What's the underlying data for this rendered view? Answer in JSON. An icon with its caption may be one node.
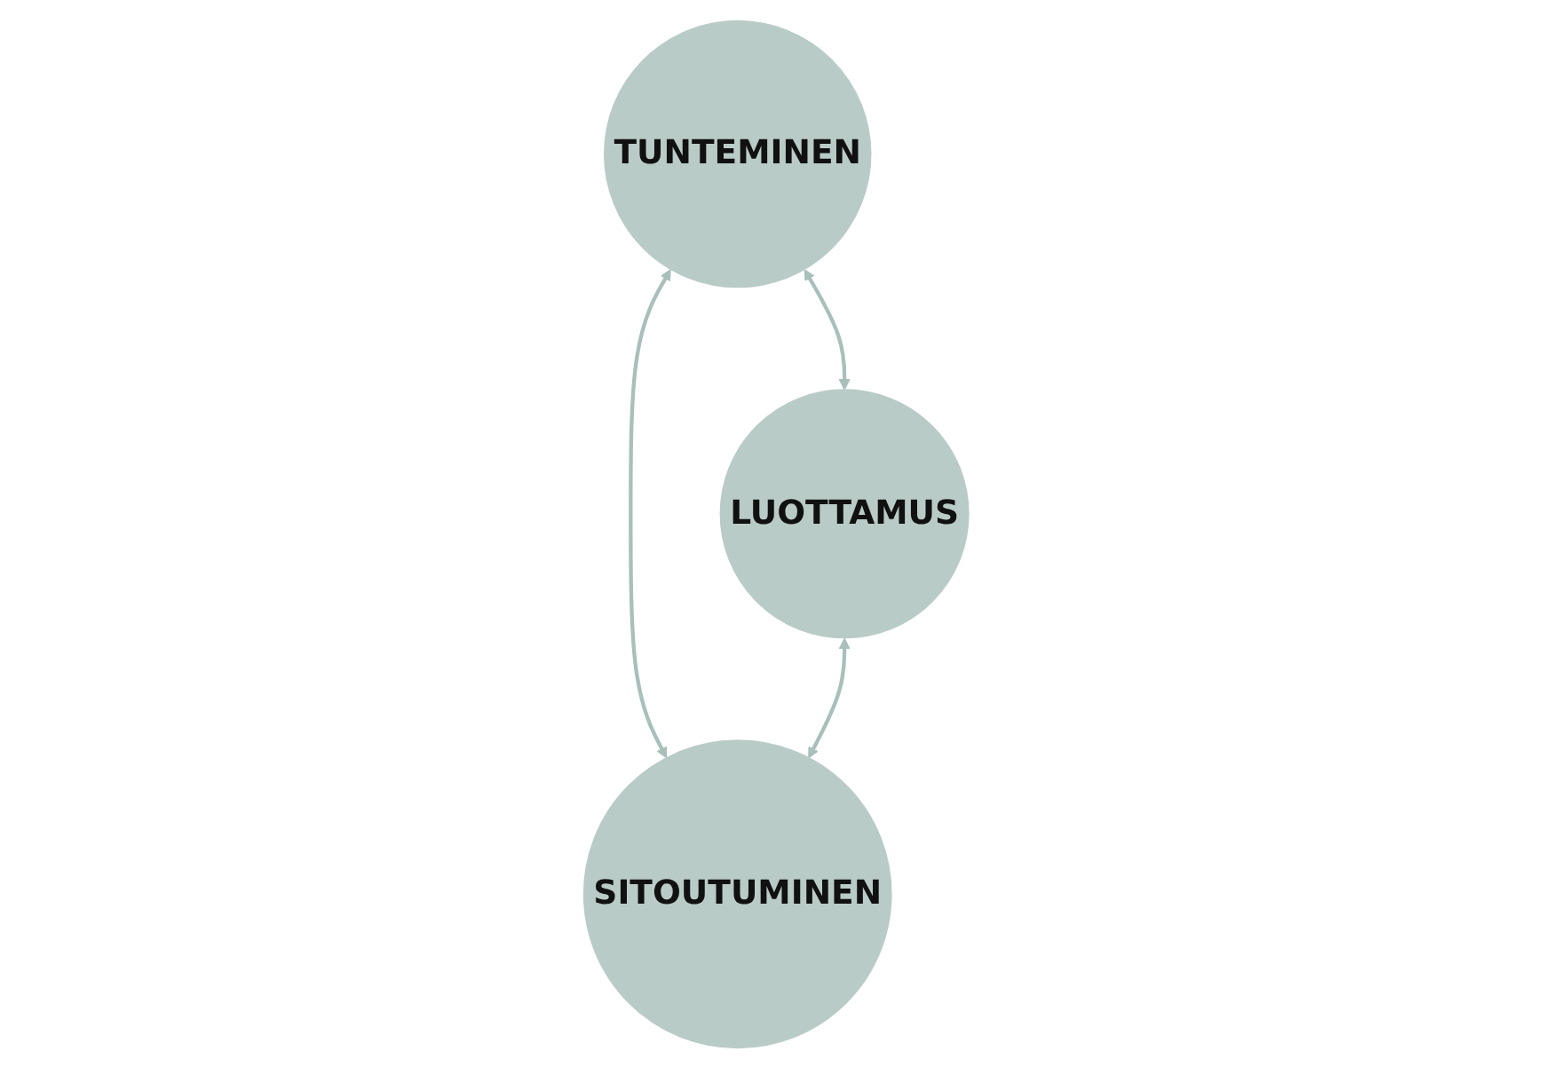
{
  "diagram": {
    "nodes": [
      {
        "text": [
          "TUNTEMINEN"
        ]
      },
      {
        "text": [
          "LUOTTAMUS"
        ]
      },
      {
        "text": [
          "SITOUTUMINEN"
        ]
      }
    ],
    "edges": [
      {
        "from": 0,
        "to": 1,
        "arrow": "both"
      },
      {
        "from": 0,
        "to": 2,
        "arrow": "both"
      },
      {
        "from": 1,
        "to": 2,
        "arrow": "both"
      }
    ]
  }
}
